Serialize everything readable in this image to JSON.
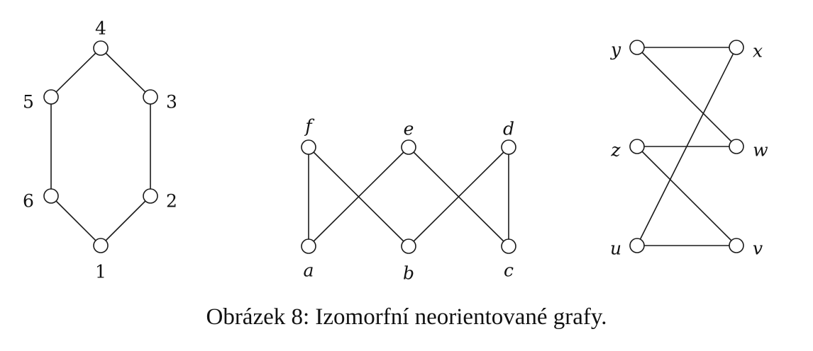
{
  "caption": "Obrázek 8: Izomorfní neorientované grafy.",
  "graphs": [
    {
      "id": "graph-numbers",
      "label_style": "upright",
      "nodes": [
        "1",
        "2",
        "3",
        "4",
        "5",
        "6"
      ],
      "edges": [
        [
          "1",
          "2"
        ],
        [
          "2",
          "3"
        ],
        [
          "3",
          "4"
        ],
        [
          "4",
          "5"
        ],
        [
          "5",
          "6"
        ],
        [
          "6",
          "1"
        ]
      ]
    },
    {
      "id": "graph-letters-abc",
      "label_style": "italic",
      "nodes": [
        "a",
        "b",
        "c",
        "d",
        "e",
        "f"
      ],
      "edges": [
        [
          "a",
          "f"
        ],
        [
          "a",
          "e"
        ],
        [
          "b",
          "f"
        ],
        [
          "b",
          "d"
        ],
        [
          "c",
          "e"
        ],
        [
          "c",
          "d"
        ]
      ]
    },
    {
      "id": "graph-letters-uvw",
      "label_style": "italic",
      "nodes": [
        "u",
        "v",
        "w",
        "x",
        "y",
        "z"
      ],
      "edges": [
        [
          "y",
          "x"
        ],
        [
          "y",
          "w"
        ],
        [
          "z",
          "w"
        ],
        [
          "z",
          "v"
        ],
        [
          "u",
          "x"
        ],
        [
          "u",
          "v"
        ]
      ]
    }
  ]
}
